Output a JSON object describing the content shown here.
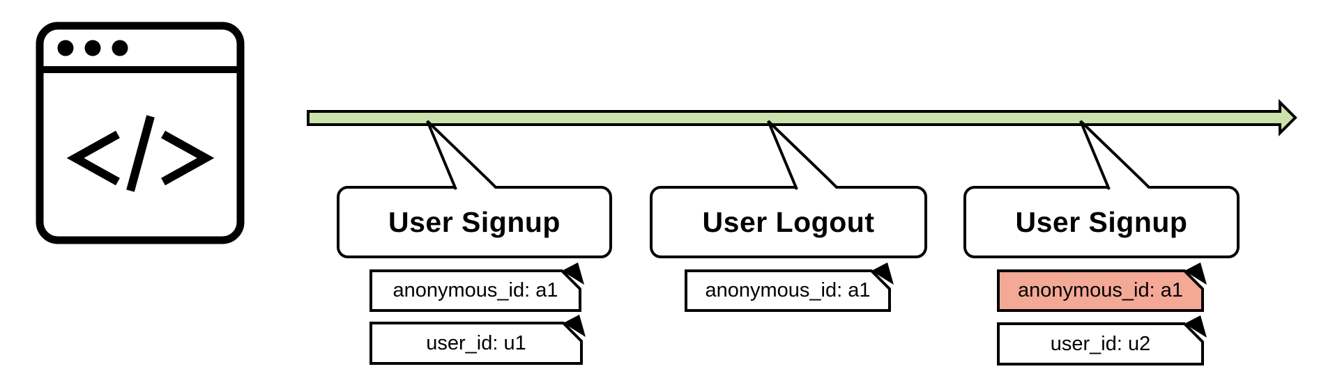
{
  "diagram": {
    "source_icon": {
      "name": "browser-code-window",
      "glyph": "</>"
    },
    "timeline": {
      "description": "event-stream-arrow",
      "direction": "right"
    },
    "events": [
      {
        "title": "User Signup",
        "tags": [
          {
            "label": "anonymous_id: a1",
            "highlighted": false
          },
          {
            "label": "user_id: u1",
            "highlighted": false
          }
        ]
      },
      {
        "title": "User Logout",
        "tags": [
          {
            "label": "anonymous_id: a1",
            "highlighted": false
          }
        ]
      },
      {
        "title": "User Signup",
        "tags": [
          {
            "label": "anonymous_id: a1",
            "highlighted": true
          },
          {
            "label": "user_id: u2",
            "highlighted": false
          }
        ]
      }
    ],
    "colors": {
      "timeline_fill": "#cce2ad",
      "highlight_fill": "#f3a996",
      "stroke": "#000000",
      "shape_fill": "#ffffff"
    }
  }
}
